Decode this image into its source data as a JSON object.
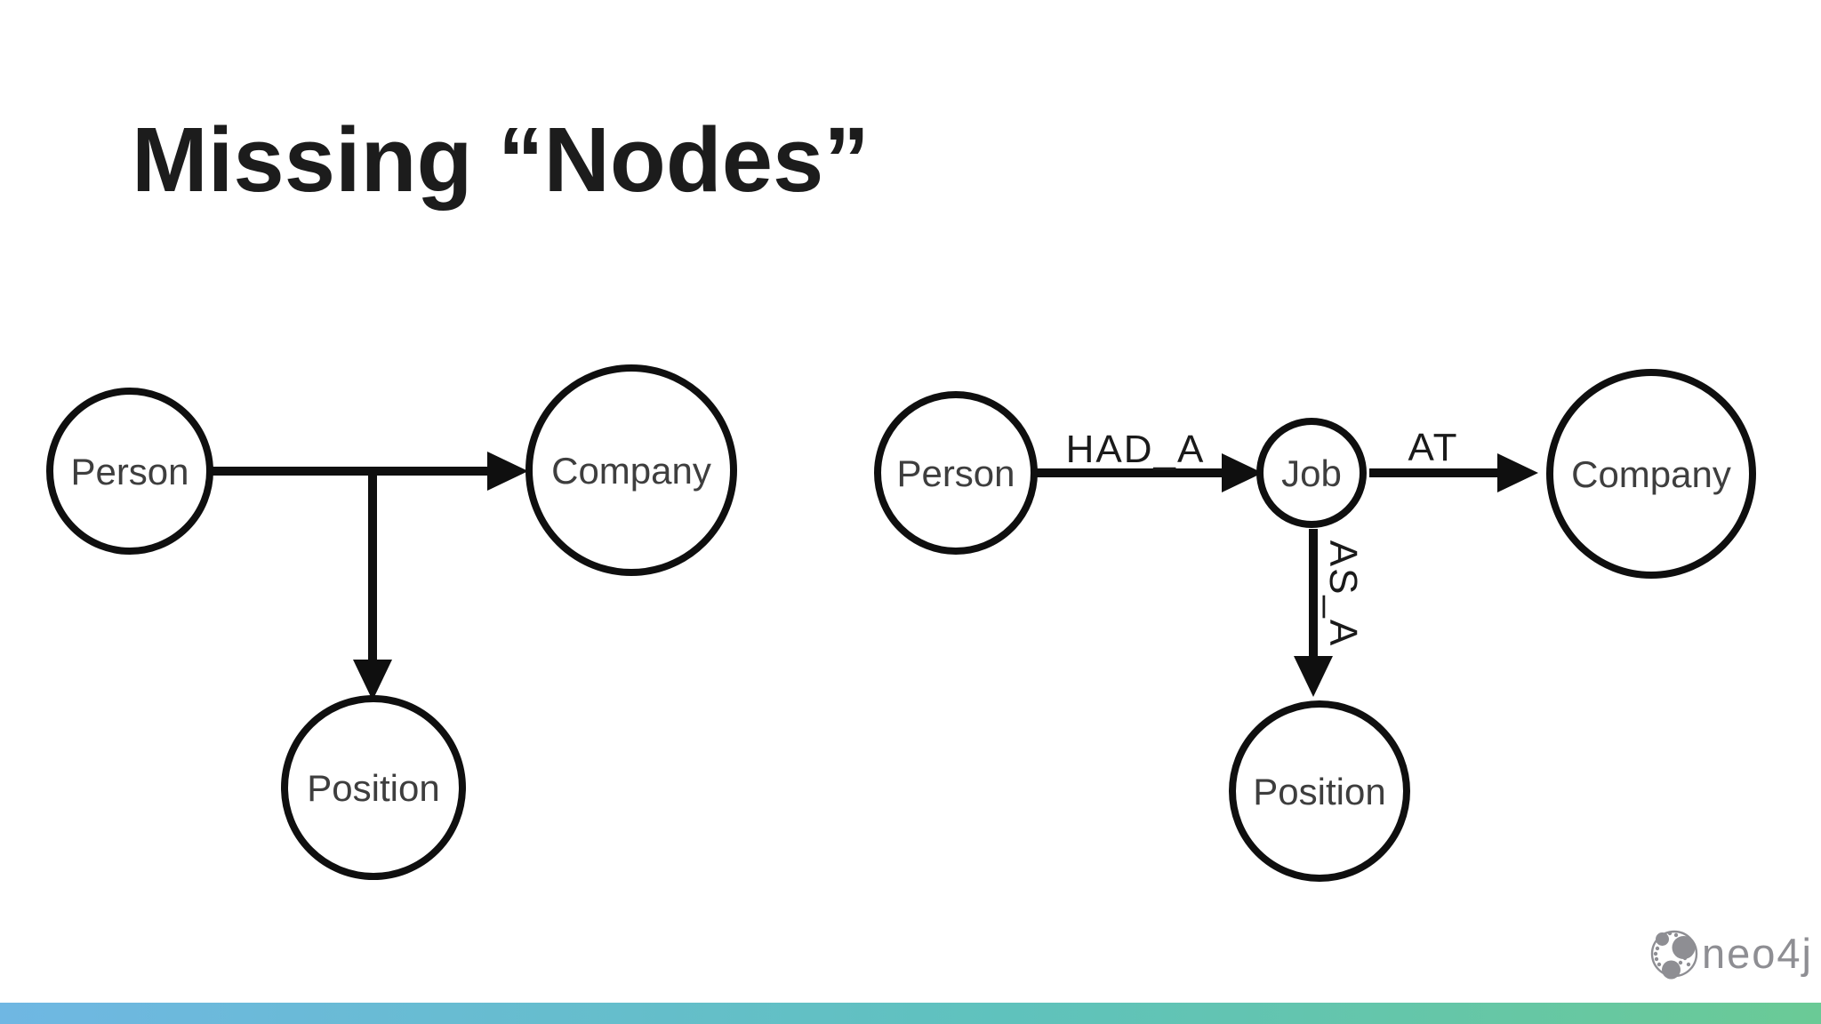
{
  "slide": {
    "title": "Missing “Nodes”"
  },
  "diagram_left": {
    "description": "graph without intermediate node",
    "nodes": [
      {
        "id": "person",
        "label": "Person"
      },
      {
        "id": "company",
        "label": "Company"
      },
      {
        "id": "position",
        "label": "Position"
      }
    ],
    "edges": [
      {
        "from": "person",
        "to": "company",
        "label": ""
      },
      {
        "from": "person-company-edge",
        "to": "position",
        "label": ""
      }
    ]
  },
  "diagram_right": {
    "description": "graph with Job intermediate node",
    "nodes": [
      {
        "id": "person",
        "label": "Person"
      },
      {
        "id": "job",
        "label": "Job"
      },
      {
        "id": "company",
        "label": "Company"
      },
      {
        "id": "position",
        "label": "Position"
      }
    ],
    "edges": [
      {
        "from": "person",
        "to": "job",
        "label": "HAD_A"
      },
      {
        "from": "job",
        "to": "company",
        "label": "AT"
      },
      {
        "from": "job",
        "to": "position",
        "label": "AS_A"
      }
    ]
  },
  "footer": {
    "logo_text": "neo4j"
  },
  "colors": {
    "title_ink": "#1c1c1c",
    "ink": "#0f0f0f",
    "node_label": "#3e3e3e",
    "logo_gray": "#8e8e93",
    "accent_bar_left": "#6fb7e3",
    "accent_bar_mid": "#5fc2bd",
    "accent_bar_right": "#6aca96"
  }
}
